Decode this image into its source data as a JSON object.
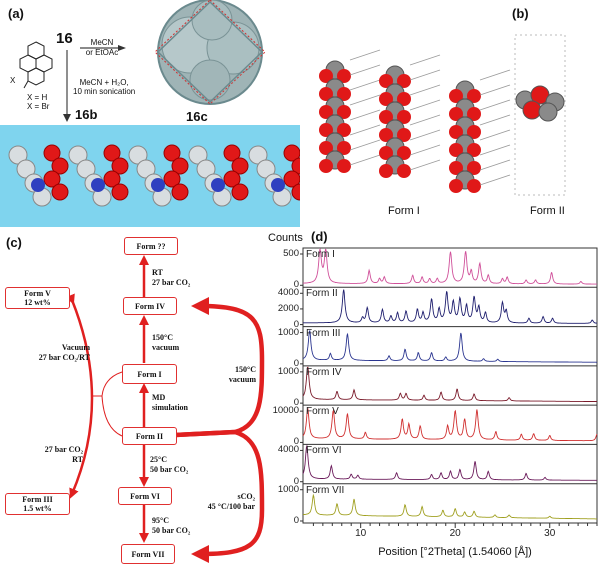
{
  "panel_a": {
    "label": "(a)",
    "compound": "16",
    "substituents": [
      "X = H",
      "X = Br"
    ],
    "x_label": "X",
    "cond_right": [
      "MeCN",
      "or EtOAc"
    ],
    "cond_down": [
      "MeCN + H₂O,",
      "10 min sonication"
    ],
    "product_b": "16b",
    "product_c": "16c"
  },
  "panel_b": {
    "label": "(b)",
    "form1": "Form I",
    "form2": "Form II"
  },
  "panel_c": {
    "label": "(c)",
    "boxes": {
      "form_q": "Form ??",
      "form_iv": "Form IV",
      "form_v": [
        "Form V",
        "12 wt%"
      ],
      "form_i": "Form I",
      "form_ii": "Form II",
      "form_vi": "Form VI",
      "form_vii": "Form VII",
      "form_iii": [
        "Form III",
        "1.5 wt%"
      ]
    },
    "conditions": {
      "iv_q": [
        "RT",
        "27 bar CO₂"
      ],
      "i_iv": [
        "150°C",
        "vacuum"
      ],
      "ii_i": [
        "MD",
        "simulation"
      ],
      "ii_vi": [
        "25°C",
        "50 bar CO₂"
      ],
      "vi_vii": [
        "95°C",
        "50 bar CO₂"
      ],
      "to_v": [
        "Vacuum",
        "27 bar CO₂/RT"
      ],
      "to_iii": [
        "27 bar CO₂",
        "RT"
      ],
      "ii_iv": [
        "150°C",
        "vacuum"
      ],
      "ii_vii": [
        "sCO₂",
        "45 °C/100 bar"
      ]
    }
  },
  "chart_data": {
    "type": "line",
    "label": "(d)",
    "ylabel": "Counts",
    "xlabel": "Position [°2Theta] (1.54060 [Å])",
    "xlim": [
      3.9,
      35
    ],
    "xticks": [
      10,
      20,
      30
    ],
    "series": [
      {
        "name": "Form I",
        "color": "#d0509a",
        "yticks": [
          "500",
          "0"
        ],
        "baseline": 0.02,
        "peaks": [
          [
            5.7,
            1
          ],
          [
            6.3,
            1
          ],
          [
            10.9,
            0.4
          ],
          [
            12.0,
            0.15
          ],
          [
            12.5,
            0.2
          ],
          [
            15.5,
            0.25
          ],
          [
            16.5,
            0.2
          ],
          [
            17.3,
            0.15
          ],
          [
            18.1,
            0.15
          ],
          [
            19.5,
            0.95
          ],
          [
            21.1,
            0.95
          ],
          [
            21.7,
            0.35
          ],
          [
            22.6,
            0.6
          ],
          [
            23.5,
            0.25
          ],
          [
            25.0,
            0.15
          ],
          [
            25.5,
            0.2
          ],
          [
            27.5,
            0.12
          ],
          [
            28.5,
            0.12
          ],
          [
            30.2,
            0.35
          ],
          [
            33.3,
            0.08
          ]
        ]
      },
      {
        "name": "Form II",
        "color": "#1e1e6e",
        "yticks": [
          "4000",
          "2000",
          "0"
        ],
        "baseline": 0.02,
        "peaks": [
          [
            8.2,
            1
          ],
          [
            10.2,
            0.15
          ],
          [
            10.7,
            0.45
          ],
          [
            12.3,
            0.4
          ],
          [
            13.2,
            0.2
          ],
          [
            13.9,
            0.3
          ],
          [
            14.8,
            0.35
          ],
          [
            16.0,
            0.4
          ],
          [
            16.6,
            0.3
          ],
          [
            17.5,
            0.7
          ],
          [
            18.3,
            0.4
          ],
          [
            19.1,
            0.9
          ],
          [
            19.8,
            0.6
          ],
          [
            20.5,
            0.7
          ],
          [
            21.2,
            0.5
          ],
          [
            22.0,
            0.75
          ],
          [
            22.5,
            0.45
          ],
          [
            23.2,
            0.3
          ],
          [
            25.0,
            0.6
          ],
          [
            25.4,
            0.35
          ],
          [
            27.8,
            0.15
          ],
          [
            29.3,
            0.2
          ],
          [
            30.3,
            0.15
          ],
          [
            34.5,
            0.1
          ]
        ]
      },
      {
        "name": "Form III",
        "color": "#2a3590",
        "yticks": [
          "1000",
          "0"
        ],
        "baseline": 0.08,
        "peaks": [
          [
            4.6,
            0.9
          ],
          [
            6.8,
            0.2
          ],
          [
            8.6,
            0.8
          ],
          [
            13.0,
            0.15
          ],
          [
            14.7,
            0.35
          ],
          [
            16.1,
            0.25
          ],
          [
            17.5,
            0.25
          ],
          [
            19.0,
            0.12
          ],
          [
            20.6,
            0.85
          ],
          [
            23.0,
            0.08
          ],
          [
            24.5,
            0.07
          ]
        ]
      },
      {
        "name": "Form IV",
        "color": "#7a1a2a",
        "yticks": [
          "1000",
          "0"
        ],
        "baseline": 0.08,
        "peaks": [
          [
            4.4,
            1
          ],
          [
            7.5,
            0.25
          ],
          [
            9.3,
            0.3
          ],
          [
            14.2,
            0.2
          ],
          [
            14.8,
            0.2
          ],
          [
            16.7,
            0.15
          ],
          [
            18.5,
            0.25
          ],
          [
            20.2,
            0.35
          ],
          [
            22.0,
            0.2
          ],
          [
            25.7,
            0.1
          ]
        ]
      },
      {
        "name": "Form V",
        "color": "#d03030",
        "yticks": [
          "10000",
          "0"
        ],
        "baseline": 0.08,
        "peaks": [
          [
            4.4,
            0.9
          ],
          [
            7.1,
            0.85
          ],
          [
            8.6,
            0.75
          ],
          [
            10.5,
            0.2
          ],
          [
            14.4,
            0.6
          ],
          [
            15.1,
            0.45
          ],
          [
            16.3,
            0.4
          ],
          [
            19.2,
            0.4
          ],
          [
            20.0,
            0.85
          ],
          [
            21.0,
            0.6
          ],
          [
            22.3,
            0.9
          ],
          [
            24.3,
            0.25
          ],
          [
            27.0,
            0.18
          ],
          [
            28.3,
            0.2
          ],
          [
            30.0,
            0.15
          ],
          [
            35,
            0.2
          ]
        ]
      },
      {
        "name": "Form VI",
        "color": "#6a1a5a",
        "yticks": [
          "4000",
          "0"
        ],
        "baseline": 0.05,
        "peaks": [
          [
            4.3,
            1
          ],
          [
            6.9,
            0.4
          ],
          [
            9.0,
            0.15
          ],
          [
            9.7,
            0.12
          ],
          [
            13.8,
            0.2
          ],
          [
            17.5,
            0.15
          ],
          [
            18.5,
            0.2
          ],
          [
            19.5,
            0.25
          ],
          [
            20.5,
            0.3
          ],
          [
            22.1,
            0.55
          ],
          [
            23.5,
            0.25
          ],
          [
            27.5,
            0.2
          ],
          [
            29.5,
            0.08
          ]
        ]
      },
      {
        "name": "Form VII",
        "color": "#a0a020",
        "yticks": [
          "1000",
          "0"
        ],
        "baseline": 0.15,
        "peaks": [
          [
            5.0,
            0.6
          ],
          [
            7.5,
            0.35
          ],
          [
            9.3,
            0.5
          ],
          [
            14.7,
            0.35
          ],
          [
            16.5,
            0.3
          ],
          [
            18.7,
            0.2
          ],
          [
            20.0,
            0.25
          ],
          [
            21.0,
            0.15
          ],
          [
            22.0,
            0.18
          ],
          [
            24.2,
            0.08
          ],
          [
            25.7,
            0.08
          ],
          [
            30.0,
            0.06
          ]
        ]
      }
    ]
  }
}
